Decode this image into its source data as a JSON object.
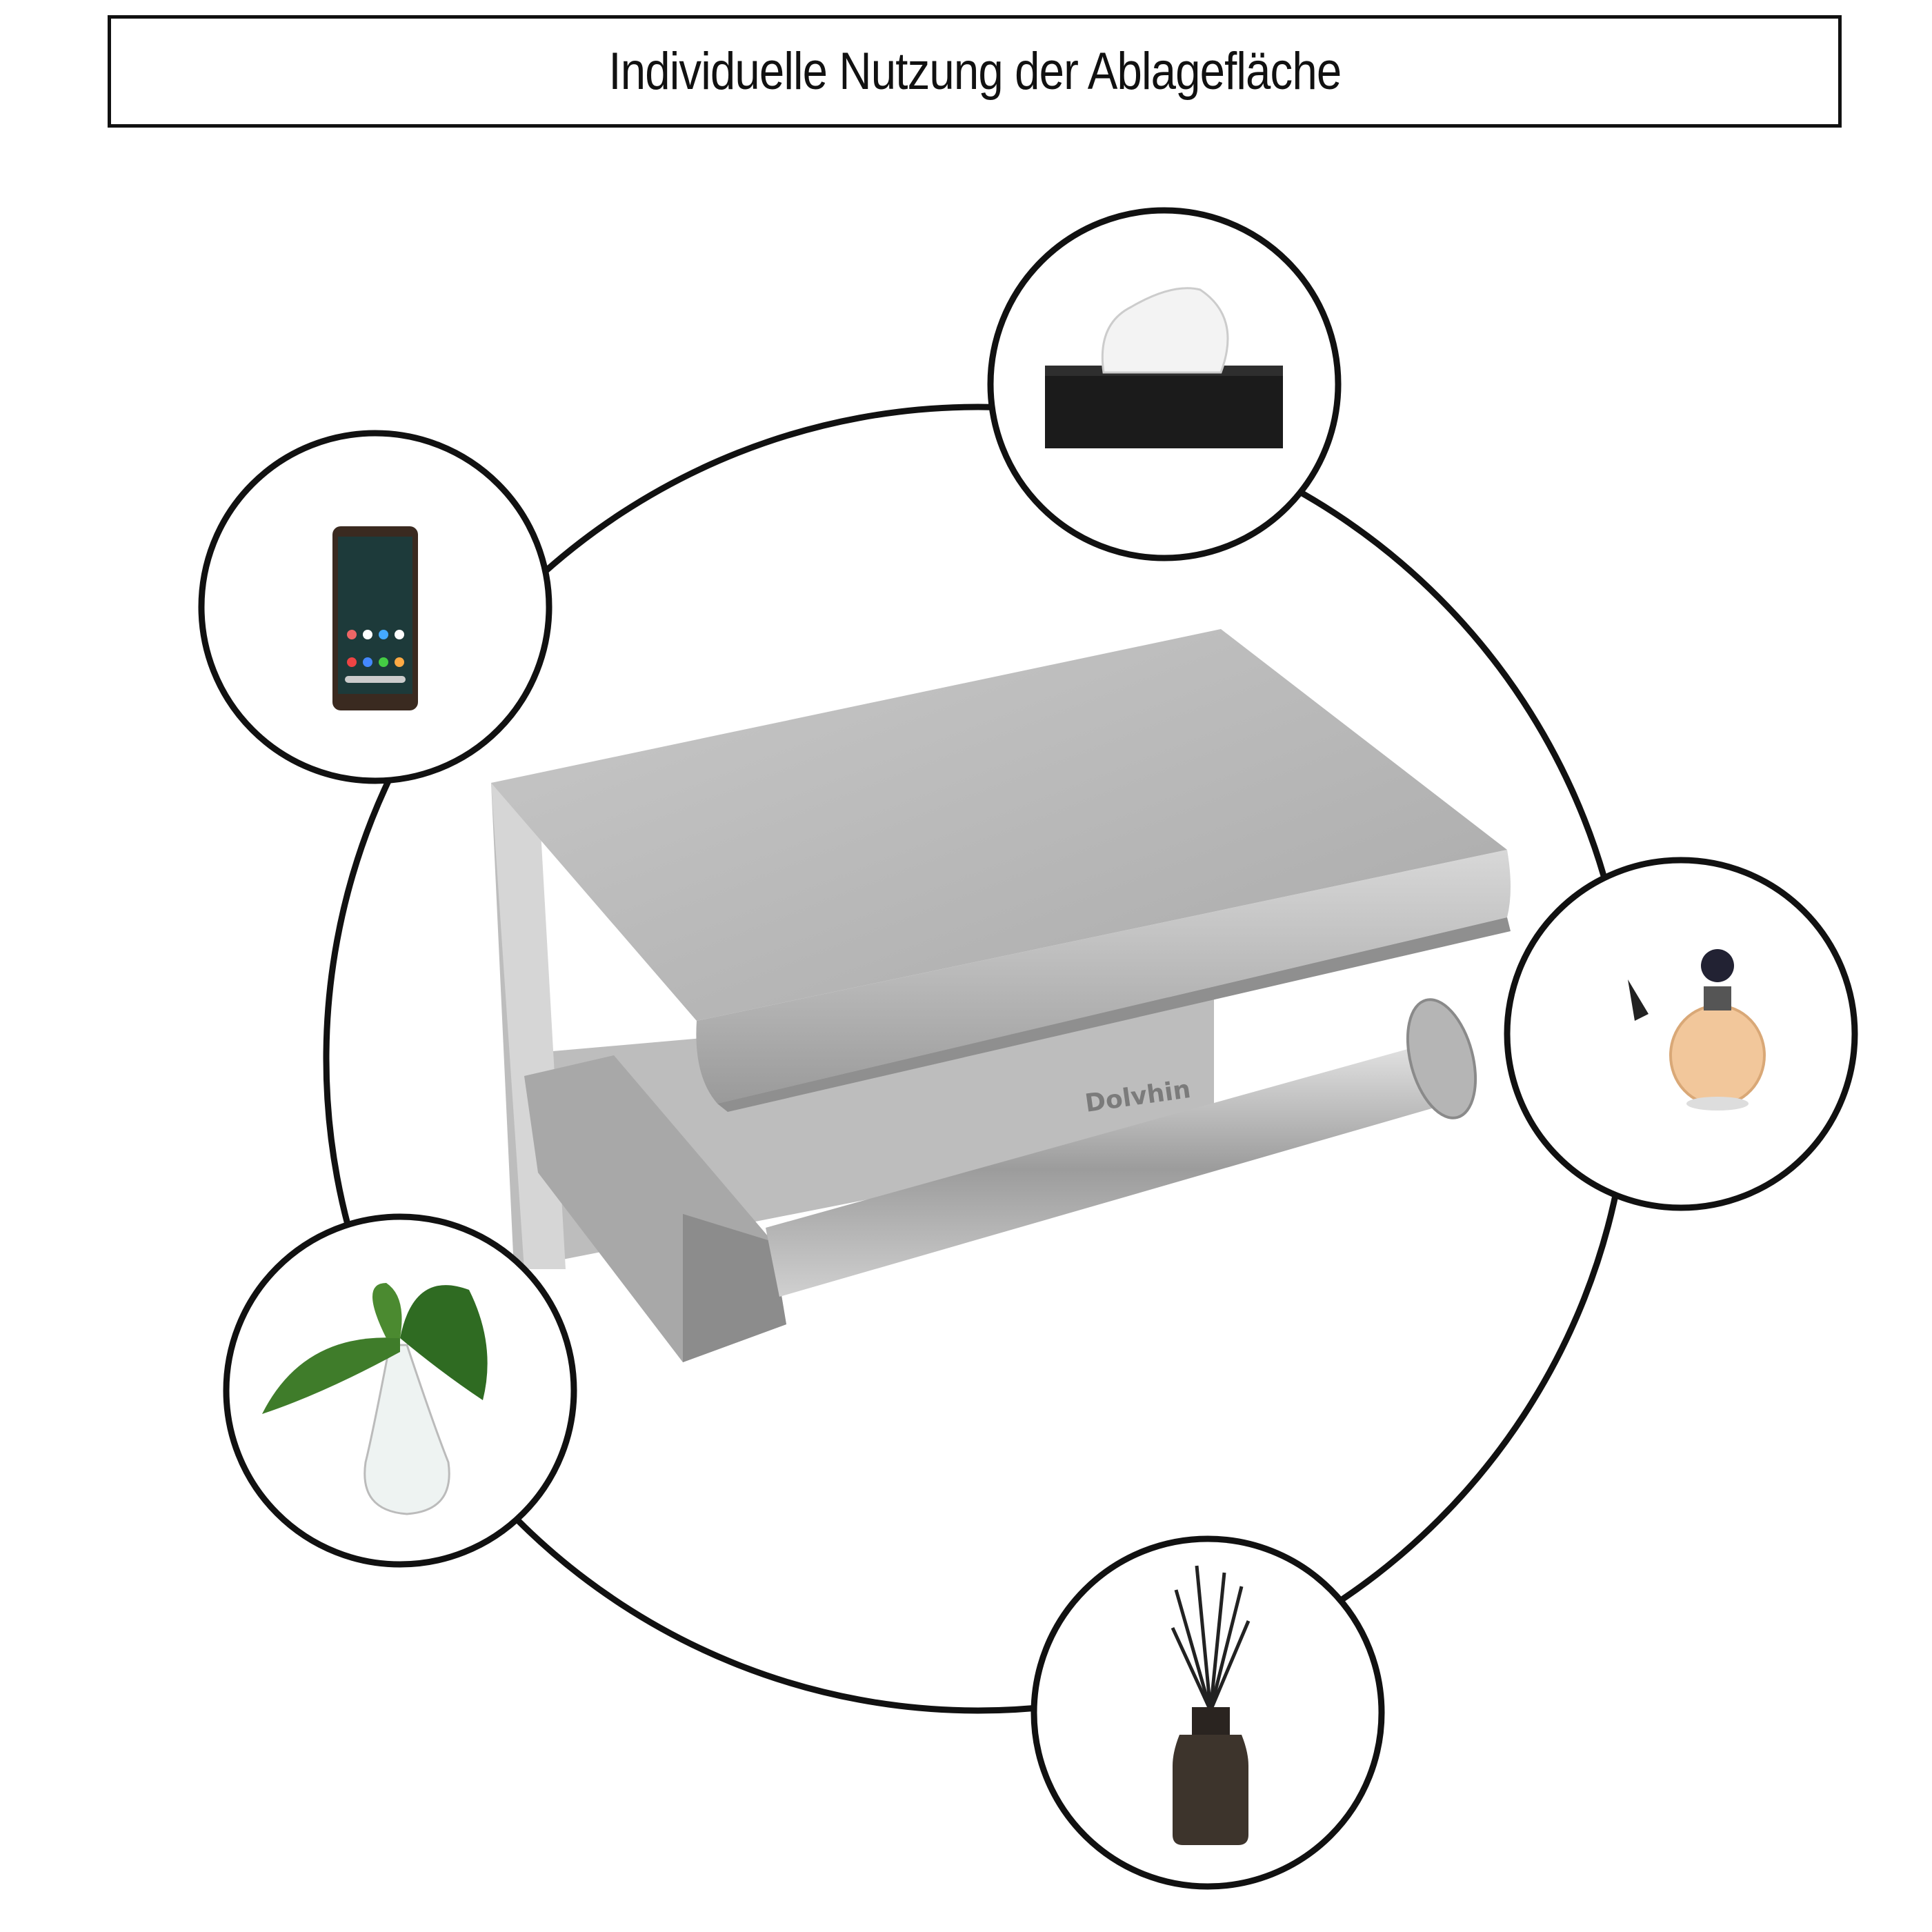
{
  "title": "Individuelle Nutzung der Ablagefläche",
  "product": {
    "brand": "Dolvhin",
    "name": "toilet-paper-holder-with-shelf"
  },
  "items": [
    {
      "icon": "tissue-box-icon"
    },
    {
      "icon": "smartphone-icon"
    },
    {
      "icon": "perfume-bottle-icon"
    },
    {
      "icon": "plant-vase-icon"
    },
    {
      "icon": "reed-diffuser-icon"
    }
  ],
  "colors": {
    "stroke": "#111111",
    "steel": "#b8b8b8"
  }
}
